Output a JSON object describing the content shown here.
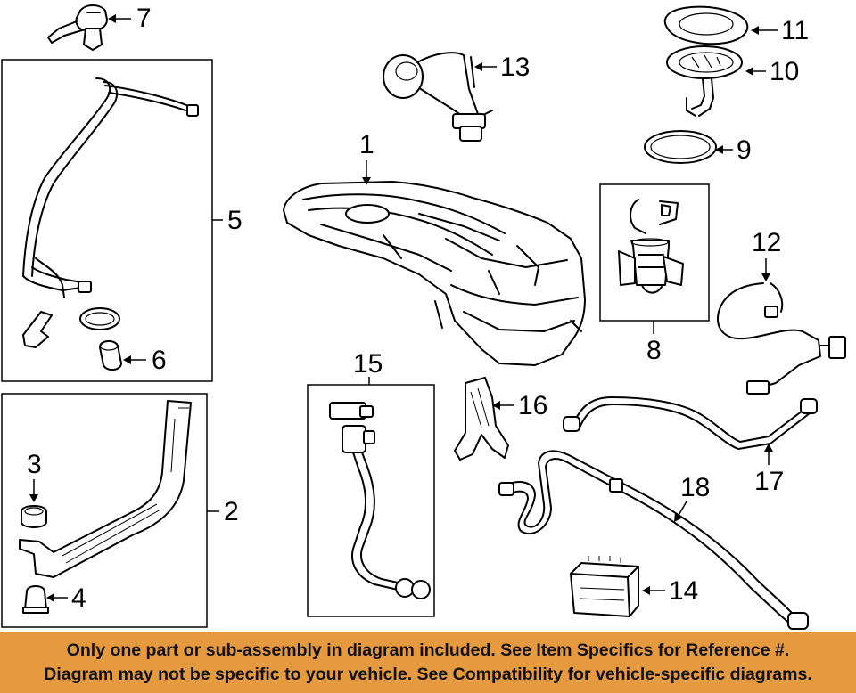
{
  "callouts": {
    "c1": "1",
    "c2": "2",
    "c3": "3",
    "c4": "4",
    "c5": "5",
    "c6": "6",
    "c7": "7",
    "c8": "8",
    "c9": "9",
    "c10": "10",
    "c11": "11",
    "c12": "12",
    "c13": "13",
    "c14": "14",
    "c15": "15",
    "c16": "16",
    "c17": "17",
    "c18": "18"
  },
  "footer": {
    "line1": "Only one part or sub-assembly in diagram included. See Item Specifics for Reference #.",
    "line2": "Diagram may not be specific to your vehicle. See Compatibility for vehicle-specific diagrams."
  },
  "colors": {
    "banner": "#e69a3f",
    "line_art": "#000000",
    "background": "#ffffff"
  }
}
